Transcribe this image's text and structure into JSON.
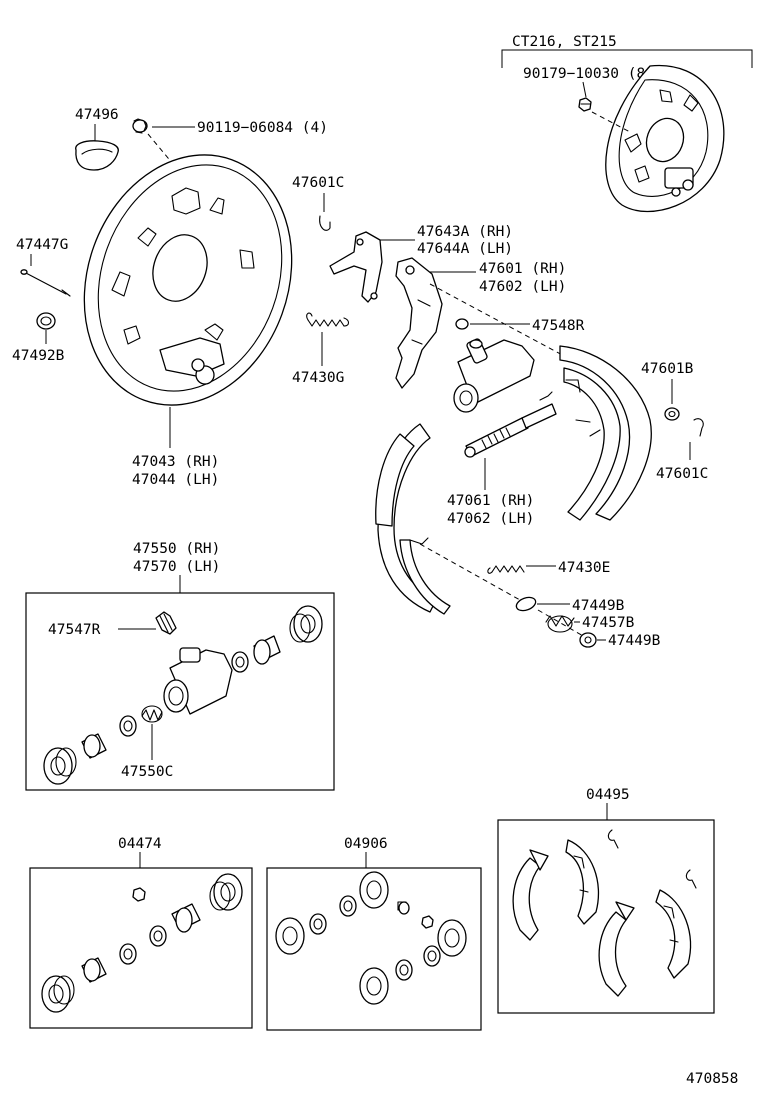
{
  "variant_note": "CT216, ST215",
  "labels": {
    "l90179": "90179−10030 (8)",
    "l47496": "47496",
    "l90119": "90119−06084 (4)",
    "l47601c_a": "47601C",
    "l47643a": "47643A (RH)",
    "l47644a": "47644A (LH)",
    "l47447g": "47447G",
    "l47601": "47601 (RH)",
    "l47602": "47602 (LH)",
    "l47548r": "47548R",
    "l47492b": "47492B",
    "l47430g": "47430G",
    "l47601b": "47601B",
    "l47043": "47043 (RH)",
    "l47044": "47044 (LH)",
    "l47601c_b": "47601C",
    "l47061": "47061 (RH)",
    "l47062": "47062 (LH)",
    "l47550": "47550 (RH)",
    "l47570": "47570 (LH)",
    "l47430e": "47430E",
    "l47547r": "47547R",
    "l47449b_a": "47449B",
    "l47457b": "47457B",
    "l47449b_b": "47449B",
    "l47550c": "47550C",
    "l04495": "04495",
    "l04474": "04474",
    "l04906": "04906"
  },
  "diagram_number": "470858"
}
